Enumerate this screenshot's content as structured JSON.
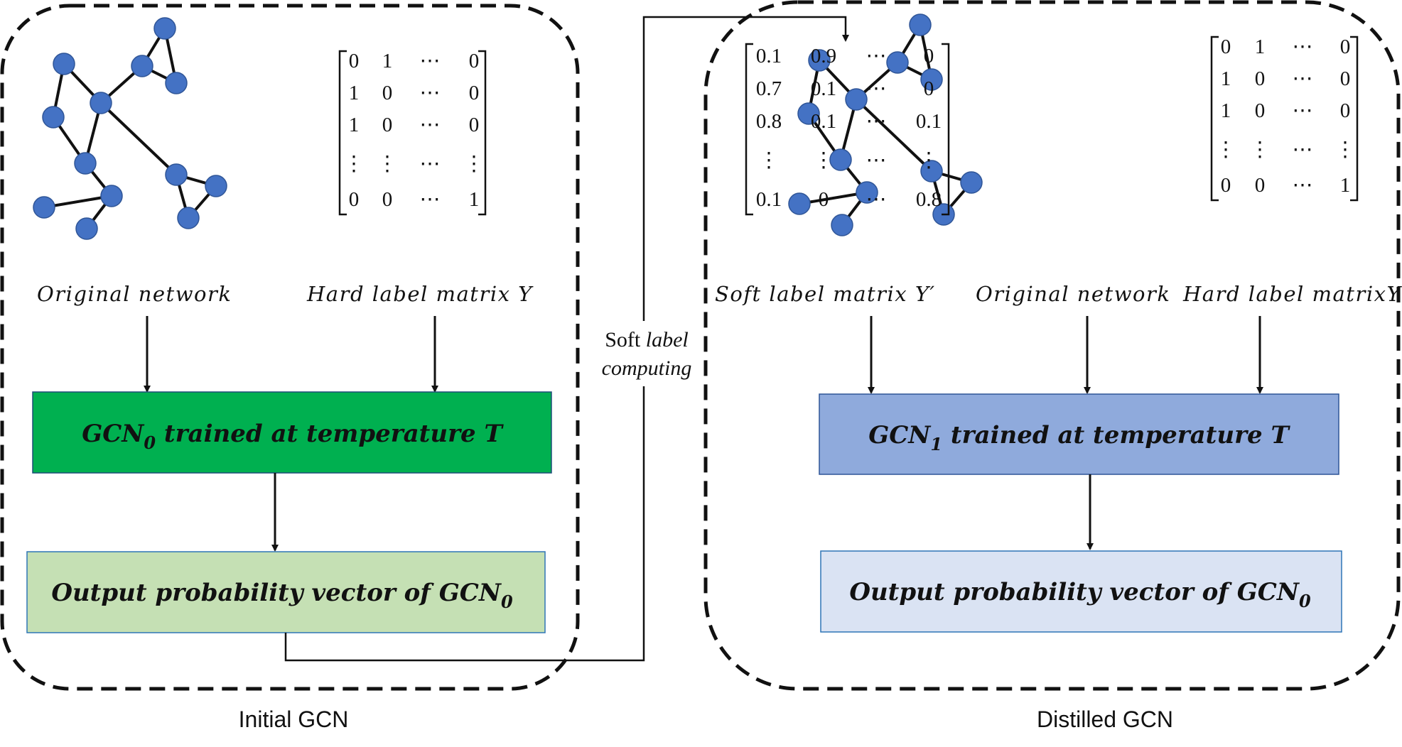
{
  "panels": {
    "left": {
      "caption": "Initial GCN",
      "network_label": "Original network",
      "matrix_label": "Hard label matrix Y",
      "matrix_rows": [
        [
          "0",
          "1",
          "⋯",
          "0"
        ],
        [
          "1",
          "0",
          "⋯",
          "0"
        ],
        [
          "1",
          "0",
          "⋯",
          "0"
        ],
        [
          "⋮",
          "⋮",
          "⋯",
          "⋮"
        ],
        [
          "0",
          "0",
          "⋯",
          "1"
        ]
      ],
      "train_box": {
        "main": "GCN",
        "sub": "0",
        "rest": " trained at temperature T",
        "color": "#00B050"
      },
      "output_box": {
        "main": "Output probability vector of GCN",
        "sub": "0",
        "color": "#C5E0B4"
      }
    },
    "right": {
      "caption": "Distilled  GCN",
      "soft_label": "Soft label matrix Y′",
      "network_label": "Original network",
      "hard_label": "Hard label matrixY",
      "soft_matrix_rows": [
        [
          "0.1",
          "0.9",
          "⋯",
          "0"
        ],
        [
          "0.7",
          "0.1",
          "⋯",
          "0"
        ],
        [
          "0.8",
          "0.1",
          "⋯",
          "0.1"
        ],
        [
          "⋮",
          "⋮",
          "⋯",
          "⋮"
        ],
        [
          "0.1",
          "0",
          "⋯",
          "0.8"
        ]
      ],
      "hard_matrix_rows": [
        [
          "0",
          "1",
          "⋯",
          "0"
        ],
        [
          "1",
          "0",
          "⋯",
          "0"
        ],
        [
          "1",
          "0",
          "⋯",
          "0"
        ],
        [
          "⋮",
          "⋮",
          "⋯",
          "⋮"
        ],
        [
          "0",
          "0",
          "⋯",
          "1"
        ]
      ],
      "train_box": {
        "main": "GCN",
        "sub": "1",
        "rest": " trained at temperature T",
        "color": "#8FAADC"
      },
      "output_box": {
        "main": "Output probability vector of GCN",
        "sub": "0",
        "color": "#DAE3F3"
      }
    },
    "connector": {
      "line1_a": "Soft ",
      "line1_b": "label",
      "line2": "computing"
    }
  },
  "colors": {
    "node": "#4472C4",
    "stroke": "#111111"
  }
}
